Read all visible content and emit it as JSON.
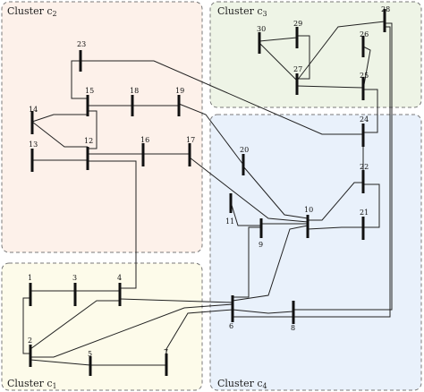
{
  "clusters": [
    {
      "id": "c2",
      "label_main": "Cluster c",
      "label_sub": "2",
      "fill": "#fdf1ea"
    },
    {
      "id": "c3",
      "label_main": "Cluster c",
      "label_sub": "3",
      "fill": "#eef4e6"
    },
    {
      "id": "c4",
      "label_main": "Cluster c",
      "label_sub": "4",
      "fill": "#e9f1fb"
    },
    {
      "id": "c1",
      "label_main": "Cluster c",
      "label_sub": "1",
      "fill": "#fdfbea"
    }
  ],
  "buses": [
    "1",
    "2",
    "3",
    "4",
    "5",
    "6",
    "7",
    "8",
    "9",
    "10",
    "11",
    "12",
    "13",
    "14",
    "15",
    "16",
    "17",
    "18",
    "19",
    "20",
    "21",
    "22",
    "23",
    "24",
    "25",
    "26",
    "27",
    "28",
    "29",
    "30"
  ],
  "lines": [
    [
      "1",
      "2"
    ],
    [
      "1",
      "3"
    ],
    [
      "2",
      "4"
    ],
    [
      "3",
      "4"
    ],
    [
      "2",
      "5"
    ],
    [
      "2",
      "6"
    ],
    [
      "4",
      "6"
    ],
    [
      "5",
      "7"
    ],
    [
      "6",
      "7"
    ],
    [
      "6",
      "8"
    ],
    [
      "6",
      "9"
    ],
    [
      "6",
      "10"
    ],
    [
      "9",
      "11"
    ],
    [
      "9",
      "10"
    ],
    [
      "4",
      "12"
    ],
    [
      "12",
      "13"
    ],
    [
      "12",
      "14"
    ],
    [
      "12",
      "15"
    ],
    [
      "12",
      "16"
    ],
    [
      "14",
      "15"
    ],
    [
      "16",
      "17"
    ],
    [
      "15",
      "18"
    ],
    [
      "18",
      "19"
    ],
    [
      "19",
      "20"
    ],
    [
      "10",
      "20"
    ],
    [
      "10",
      "17"
    ],
    [
      "10",
      "21"
    ],
    [
      "10",
      "22"
    ],
    [
      "21",
      "22"
    ],
    [
      "15",
      "23"
    ],
    [
      "22",
      "24"
    ],
    [
      "23",
      "24"
    ],
    [
      "24",
      "25"
    ],
    [
      "25",
      "26"
    ],
    [
      "25",
      "27"
    ],
    [
      "28",
      "27"
    ],
    [
      "27",
      "29"
    ],
    [
      "27",
      "30"
    ],
    [
      "29",
      "30"
    ],
    [
      "8",
      "28"
    ],
    [
      "6",
      "28"
    ]
  ]
}
